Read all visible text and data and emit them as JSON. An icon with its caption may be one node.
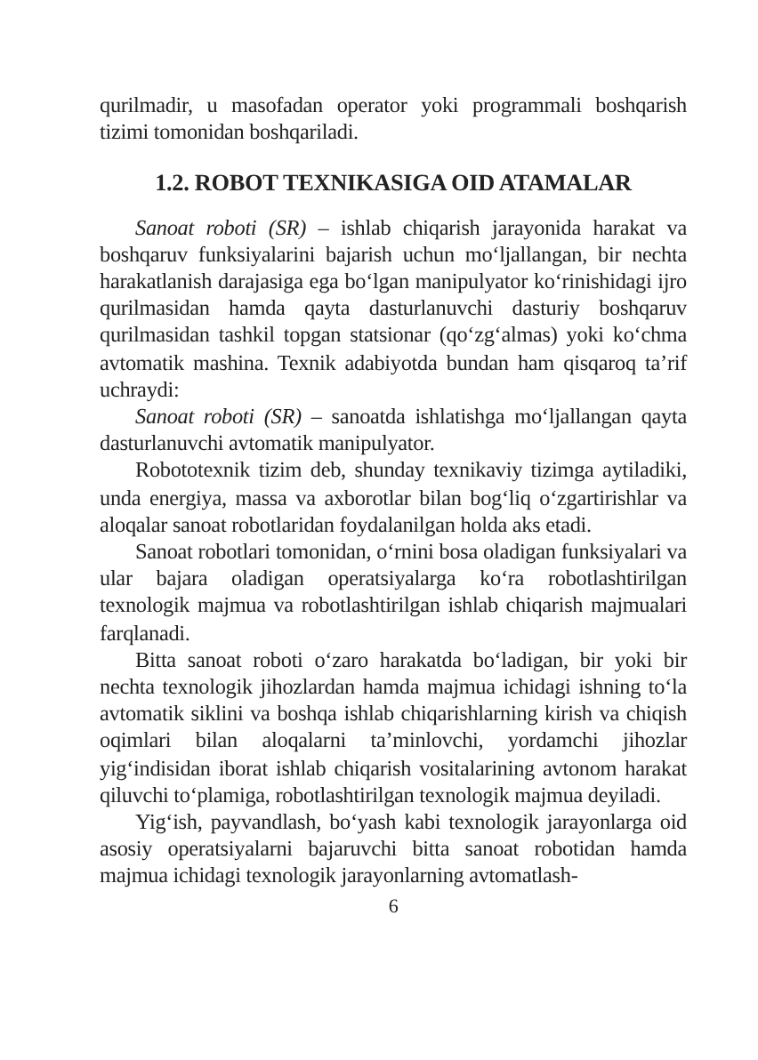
{
  "diagram": {
    "title": "1.2. ROBOT TEXNIKASIGA OID ATAMALAR",
    "labels": [
      "qurilmadir, u masofadan operator yoki programmali boshqarish tizimi tomonidan boshqariladi.",
      "*Sanoat roboti (SR)* – ishlab chiqarish jarayonida harakat va boshqaruv funksiyalarini bajarish uchun mo‘ljallangan, bir nechta harakatlanish darajasiga ega bo‘lgan manipulyator ko‘rinishidagi ijro qurilmasidan hamda qayta dasturlanuvchi dasturiy boshqaruv qurilmasidan tashkil topgan statsionar (qo‘zg‘almas) yoki ko‘chma avtomatik mashina. Texnik adabiyotda bundan ham qisqaroq ta’rif uchraydi:",
      "*Sanoat roboti (SR)* – sanoatda ishlatishga mo‘ljallangan qayta dasturlanuvchi avtomatik manipulyator.",
      "Robototexnik tizim deb, shunday texnikaviy tizimga aytiladiki, unda energiya, massa va axborotlar bilan bog‘liq o‘zgartirishlar va aloqalar sanoat robotlaridan foydalanilgan holda aks etadi.",
      "Sanoat robotlari tomonidan, o‘rnini bosa oladigan funksiyalari va ular bajara oladigan operatsiyalarga ko‘ra robotlashtirilgan texnologik majmua va robotlashtirilgan ishlab chiqarish majmualari farqlanadi.",
      "Bitta sanoat roboti o‘zaro harakatda bo‘ladigan, bir yoki bir nechta texnologik jihozlardan hamda majmua ichidagi ishning to‘la avtomatik siklini va boshqa ishlab chiqarishlarning kirish va chiqish oqimlari bilan aloqalarni ta’minlovchi, yordamchi jihozlar yig‘indisidan iborat ishlab chiqarish vositalarining avtonom harakat qiluvchi to‘plamiga, robotlashtirilgan texnologik majmua deyiladi.",
      "Yig‘ish, payvandlash, bo‘yash kabi texnologik jarayonlarga oid asosiy operatsiyalarni bajaruvchi bitta sanoat robotidan hamda majmua ichidagi texnologik jarayonlarning avtomatlash-",
      "6"
    ]
  }
}
